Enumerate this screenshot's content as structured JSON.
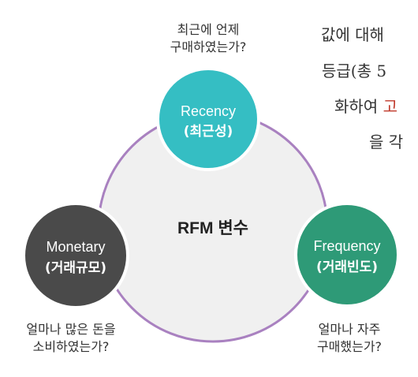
{
  "diagram": {
    "center_label": "RFM 변수",
    "nodes": [
      {
        "id": "recency",
        "title": "Recency",
        "subtitle": "(최근성)",
        "question_lines": [
          "최근에 언제",
          "구매하였는가?"
        ],
        "color": "#35bec3"
      },
      {
        "id": "frequency",
        "title": "Frequency",
        "subtitle": "(거래빈도)",
        "question_lines": [
          "얼마나 자주",
          "구매했는가?"
        ],
        "color": "#2e9a77"
      },
      {
        "id": "monetary",
        "title": "Monetary",
        "subtitle": "(거래규모)",
        "question_lines": [
          "얼마나 많은 돈을",
          "소비하였는가?"
        ],
        "color": "#4a4a4a"
      }
    ],
    "ring_color": "#a981c0",
    "ring_fill": "#f0f0f0"
  },
  "side_text": {
    "line1": "값에 대해 ",
    "line2": "등급(총 5",
    "line3_prefix": "화하여 ",
    "line3_accent": "고",
    "line4": "을 각"
  }
}
